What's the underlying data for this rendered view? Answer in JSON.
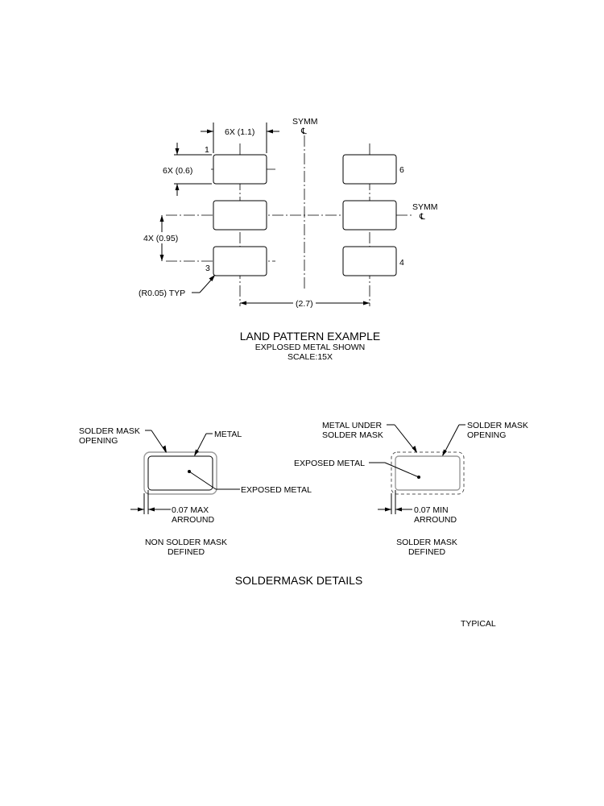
{
  "land_pattern": {
    "symm_top": "SYMM",
    "symm_right": "SYMM",
    "dim_width": "6X (1.1)",
    "dim_height": "6X (0.6)",
    "dim_pitch": "4X (0.95)",
    "dim_span": "(2.7)",
    "corner_radius": "(R0.05) TYP",
    "pin1": "1",
    "pin3": "3",
    "pin4": "4",
    "pin6": "6",
    "title": "LAND PATTERN EXAMPLE",
    "subtitle": "EXPLOSED METAL SHOWN",
    "scale": "SCALE:15X"
  },
  "nsmd": {
    "mask_opening_1": "SOLDER MASK",
    "mask_opening_2": "OPENING",
    "metal": "METAL",
    "exposed_metal": "EXPOSED METAL",
    "clearance_1": "0.07 MAX",
    "clearance_2": "ARROUND",
    "caption_1": "NON SOLDER MASK",
    "caption_2": "DEFINED"
  },
  "smd": {
    "metal_under_1": "METAL UNDER",
    "metal_under_2": "SOLDER MASK",
    "mask_opening_1": "SOLDER MASK",
    "mask_opening_2": "OPENING",
    "exposed_metal": "EXPOSED METAL",
    "clearance_1": "0.07 MIN",
    "clearance_2": "ARROUND",
    "caption_1": "SOLDER MASK",
    "caption_2": "DEFINED"
  },
  "details_title": "SOLDERMASK DETAILS",
  "typical": "TYPICAL"
}
